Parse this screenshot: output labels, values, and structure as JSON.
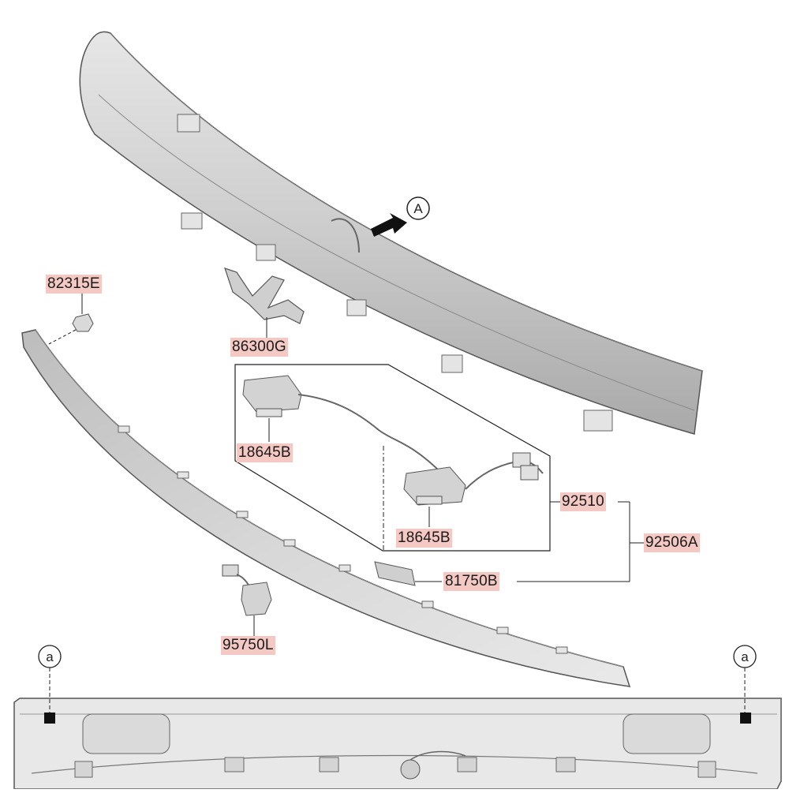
{
  "colors": {
    "label_highlight": "#f4c9c4",
    "part_fill": "#d9d9d9",
    "part_edge": "#444444",
    "leader_line": "#222222"
  },
  "view_marker": "A",
  "detail_marker": "a",
  "parts": [
    {
      "id": "p82315E",
      "number": "82315E",
      "highlighted": true
    },
    {
      "id": "p86300G",
      "number": "86300G",
      "highlighted": true
    },
    {
      "id": "p18645B_1",
      "number": "18645B",
      "highlighted": true
    },
    {
      "id": "p18645B_2",
      "number": "18645B",
      "highlighted": true
    },
    {
      "id": "p92510",
      "number": "92510",
      "highlighted": true
    },
    {
      "id": "p92506A",
      "number": "92506A",
      "highlighted": true
    },
    {
      "id": "p81750B",
      "number": "81750B",
      "highlighted": true
    },
    {
      "id": "p95750L",
      "number": "95750L",
      "highlighted": true
    }
  ]
}
